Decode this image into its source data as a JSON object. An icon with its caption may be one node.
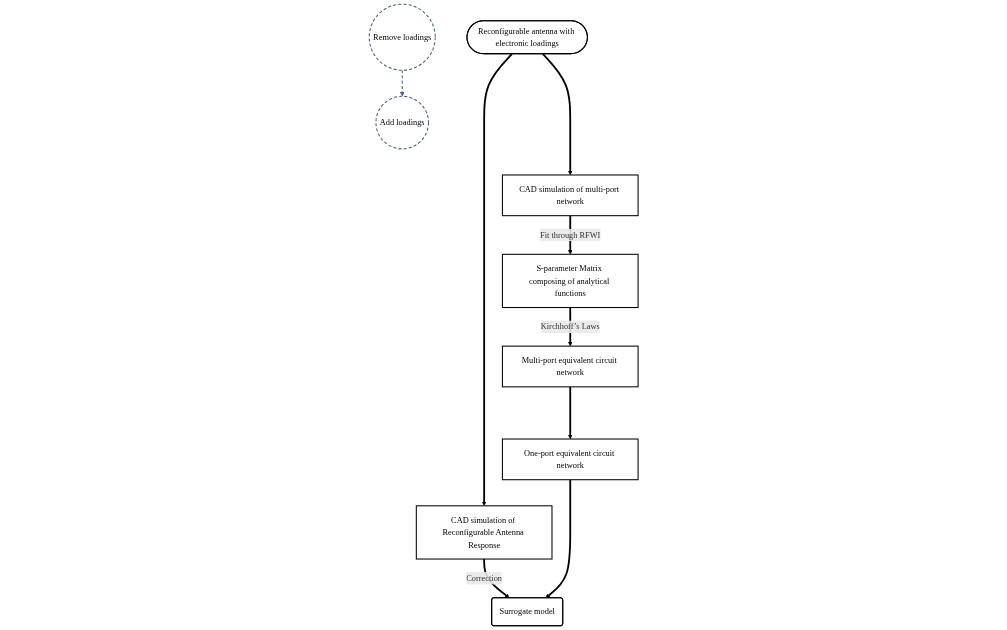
{
  "diagram": {
    "nodes": [
      {
        "text": [
          "Reconfigurable antenna with electronic loadings"
        ]
      },
      {
        "text": [
          "CAD simulation of Reconfigurable Antenna Response"
        ]
      },
      {
        "text": [
          "Surrogate model"
        ]
      },
      {
        "text": [
          "CAD simulation of multi-port network"
        ]
      },
      {
        "text": [
          "One-port equivalent circuit network"
        ]
      },
      {
        "text": [
          "S-parameter Matrix composing of analytical functions"
        ]
      },
      {
        "text": [
          "Multi-port equivalent circuit network"
        ]
      },
      {
        "text": [
          "Remove loadings"
        ]
      },
      {
        "text": [
          "Add loadings"
        ]
      }
    ],
    "edges": [
      {
        "from": 0,
        "to": 1,
        "arrow": "to"
      },
      {
        "from": 0,
        "to": 3,
        "arrow": "to"
      },
      {
        "from": 1,
        "to": 2,
        "arrow": "to",
        "label": "Correction"
      },
      {
        "from": 4,
        "to": 2,
        "arrow": "to"
      },
      {
        "from": 3,
        "to": 5,
        "arrow": "to",
        "label": "Fit through RFWI"
      },
      {
        "from": 5,
        "to": 6,
        "arrow": "to",
        "label": "Kirchhoff’s Laws"
      },
      {
        "from": 6,
        "to": 4,
        "arrow": "to"
      },
      {
        "from": 7,
        "to": 8,
        "arrow": "to",
        "style": "dashed",
        "color": "#4f5f73"
      }
    ]
  }
}
